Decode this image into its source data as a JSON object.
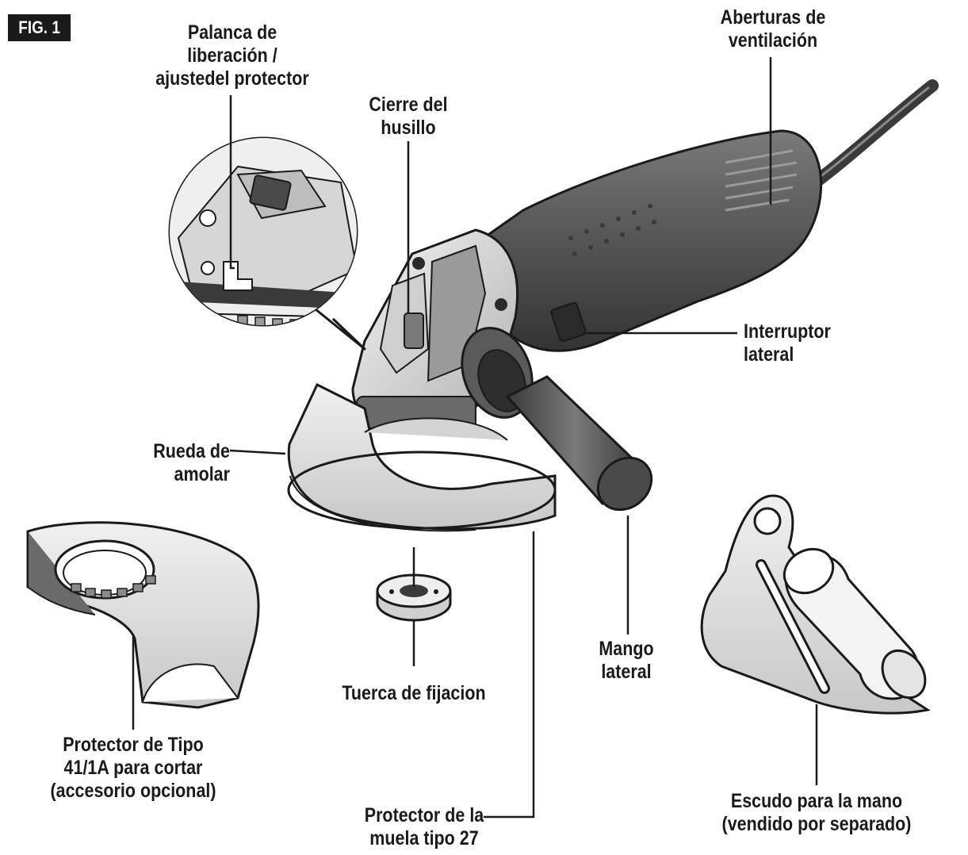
{
  "figure": {
    "badge": "FIG. 1"
  },
  "labels": {
    "guard_release_lever": [
      "Palanca de",
      "liberación  /",
      "ajustedel protector"
    ],
    "spindle_lock": [
      "Cierre del",
      "husillo"
    ],
    "ventilation_openings": [
      "Aberturas de",
      "ventilación"
    ],
    "side_switch": [
      "Interruptor",
      "lateral"
    ],
    "grinding_wheel": [
      "Rueda de",
      "amolar"
    ],
    "side_handle": [
      "Mango",
      "lateral"
    ],
    "lock_nut": [
      "Tuerca de fijacion"
    ],
    "cutting_guard": [
      "Protector de Tipo",
      "41/1A para cortar",
      "(accesorio opcional)"
    ],
    "type27_guard": [
      "Protector de la",
      "muela tipo 27"
    ],
    "hand_shield": [
      "Escudo para la mano",
      "(vendido por separado)"
    ]
  },
  "colors": {
    "ink": "#1a1a1a",
    "body_dark": "#4a4a4a",
    "body_mid": "#6b6b6b",
    "metal_light": "#e6e6e6",
    "metal_mid": "#b8b8b8"
  }
}
